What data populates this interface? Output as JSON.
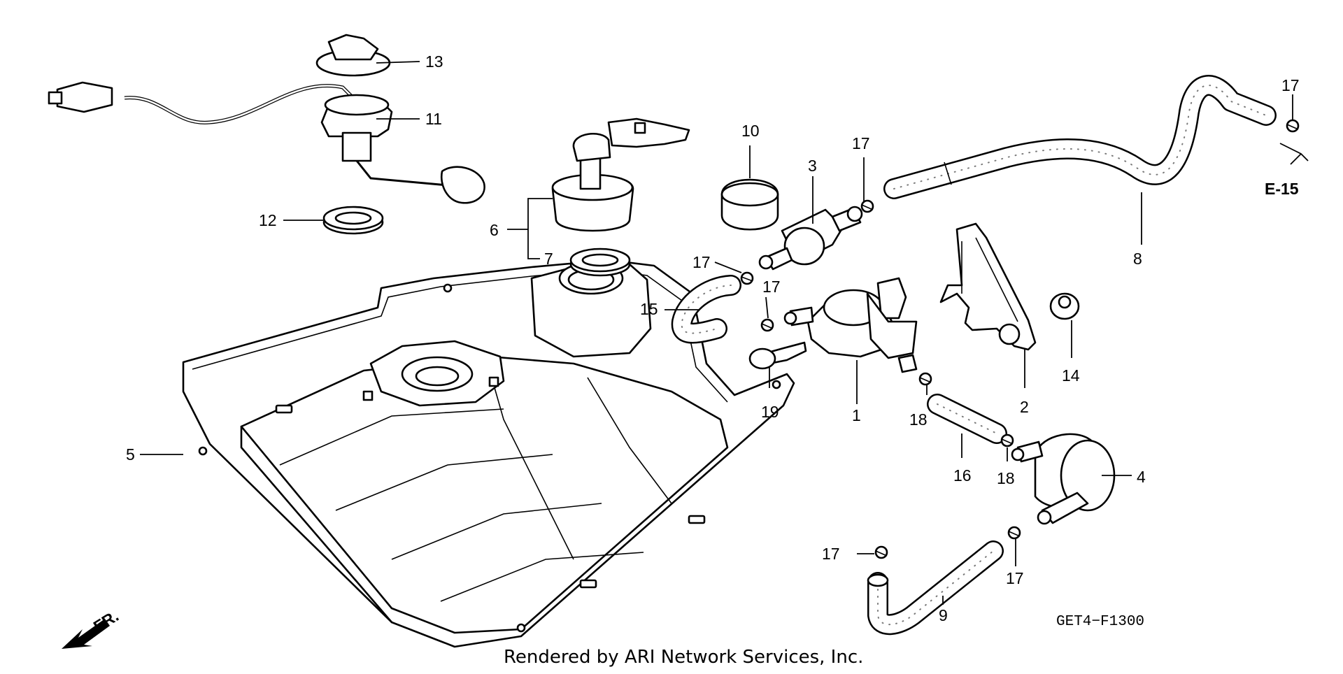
{
  "diagram": {
    "code": "GET4−F1300",
    "credit": "Rendered by ARI Network Services, Inc.",
    "ref_page": "E-15",
    "direction_label": "FR."
  },
  "callouts": [
    {
      "id": "c1",
      "label": "1"
    },
    {
      "id": "c2",
      "label": "2"
    },
    {
      "id": "c3",
      "label": "3"
    },
    {
      "id": "c4",
      "label": "4"
    },
    {
      "id": "c5",
      "label": "5"
    },
    {
      "id": "c6",
      "label": "6"
    },
    {
      "id": "c7",
      "label": "7"
    },
    {
      "id": "c8",
      "label": "8"
    },
    {
      "id": "c9",
      "label": "9"
    },
    {
      "id": "c10",
      "label": "10"
    },
    {
      "id": "c11",
      "label": "11"
    },
    {
      "id": "c12",
      "label": "12"
    },
    {
      "id": "c13",
      "label": "13"
    },
    {
      "id": "c14",
      "label": "14"
    },
    {
      "id": "c15",
      "label": "15"
    },
    {
      "id": "c16",
      "label": "16"
    },
    {
      "id": "c17a",
      "label": "17"
    },
    {
      "id": "c17b",
      "label": "17"
    },
    {
      "id": "c17c",
      "label": "17"
    },
    {
      "id": "c17d",
      "label": "17"
    },
    {
      "id": "c17e",
      "label": "17"
    },
    {
      "id": "c17f",
      "label": "17"
    },
    {
      "id": "c18a",
      "label": "18"
    },
    {
      "id": "c18b",
      "label": "18"
    },
    {
      "id": "c19",
      "label": "19"
    }
  ]
}
